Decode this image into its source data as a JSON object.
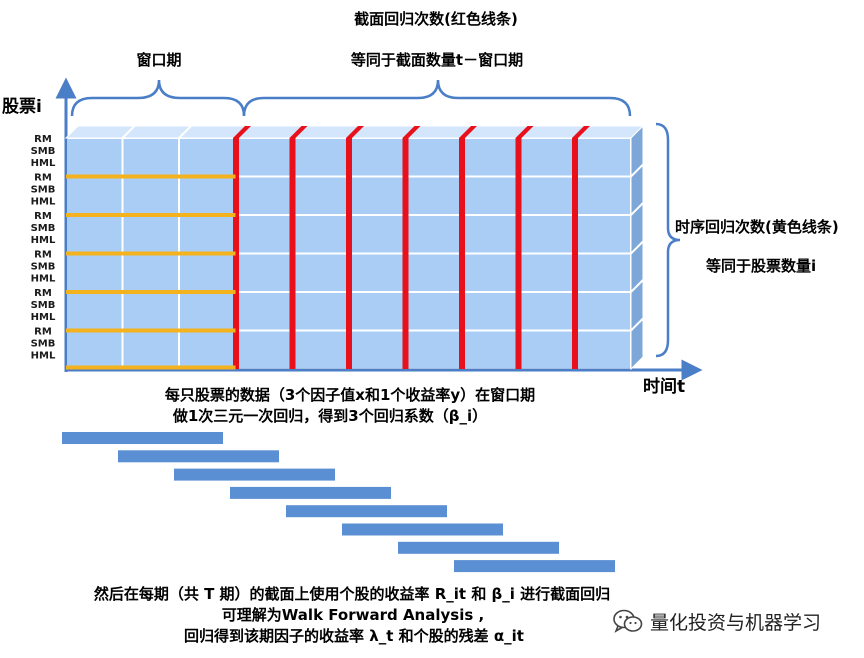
{
  "titles": {
    "cross_regression": "截面回归次数(红色线条)",
    "window_period": "窗口期",
    "equal_to_cross": "等同于截面数量t－窗口期"
  },
  "axes": {
    "y_label": "股票i",
    "x_label": "时间t"
  },
  "row_labels": [
    [
      "RM",
      "SMB",
      "HML"
    ],
    [
      "RM",
      "SMB",
      "HML"
    ],
    [
      "RM",
      "SMB",
      "HML"
    ],
    [
      "RM",
      "SMB",
      "HML"
    ],
    [
      "RM",
      "SMB",
      "HML"
    ],
    [
      "RM",
      "SMB",
      "HML"
    ]
  ],
  "right_labels": {
    "ts_regression": "时序回归次数(黄色线条)",
    "equal_to_stocks": "等同于股票数量i"
  },
  "middle_text": {
    "line1": "每只股票的数据（3个因子值x和1个收益率y）在窗口期",
    "line2": "做1次三元一次回归，得到3个回归系数（β_i）"
  },
  "bottom_text": {
    "line1": "然后在每期（共 T 期）的截面上使用个股的收益率 R_it 和 β_i 进行截面回归",
    "line2": "可理解为Walk Forward Analysis ,",
    "line3": "回归得到该期因子的收益率 λ_t 和个股的残差 α_it"
  },
  "watermark": "量化投资与机器学习",
  "colors": {
    "cube_face": "#a9cdf4",
    "cube_top": "#d4e6fb",
    "cube_side": "#7da7d9",
    "red_line": "#e8101a",
    "yellow_line": "#f4b21c",
    "blue_bar": "#5b8fd3",
    "axis": "#4a7ec7"
  },
  "structure": {
    "columns": 10,
    "rows": 6,
    "window_columns": 3,
    "walk_forward_windows": 8
  }
}
